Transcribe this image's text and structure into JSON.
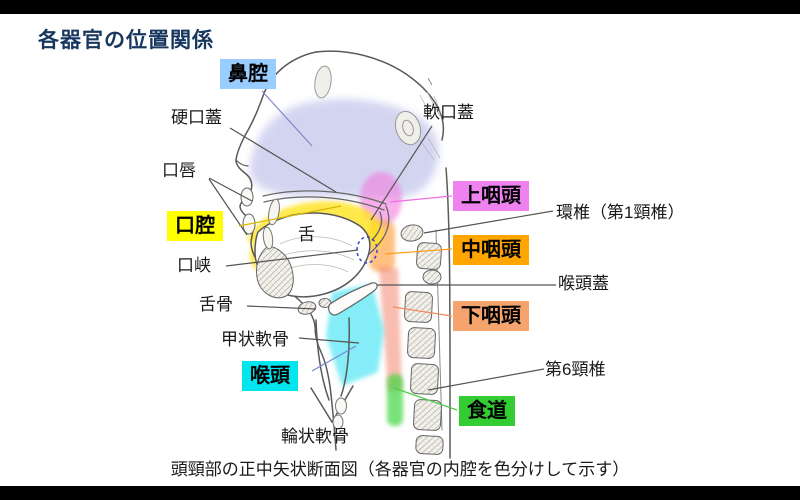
{
  "title": "各器官の位置関係",
  "caption": "頭頸部の正中矢状断面図（各器官の内腔を色分けして示す）",
  "badges": {
    "nasal": {
      "label": "鼻腔",
      "bg": "#99CCFF"
    },
    "oral": {
      "label": "口腔",
      "bg": "#FFFF00"
    },
    "nasopharynx": {
      "label": "上咽頭",
      "bg": "#EE82EE"
    },
    "oropharynx": {
      "label": "中咽頭",
      "bg": "#FFA500"
    },
    "hypopharynx": {
      "label": "下咽頭",
      "bg": "#F4A46C"
    },
    "larynx": {
      "label": "喉頭",
      "bg": "#00E5EE"
    },
    "esophagus": {
      "label": "食道",
      "bg": "#33CC33"
    }
  },
  "labels": {
    "hard_palate": "硬口蓋",
    "soft_palate": "軟口蓋",
    "lips": "口唇",
    "tongue": "舌",
    "fauces": "口峡",
    "hyoid": "舌骨",
    "thyroid_cartilage": "甲状軟骨",
    "cricoid_cartilage": "輪状軟骨",
    "atlas": "環椎（第1頸椎）",
    "epiglottis": "喉頭蓋",
    "c6": "第6頸椎"
  },
  "regions": {
    "nasal_cavity": "#A9ABE3",
    "oral_cavity": "#FFE31A",
    "nasopharynx": "#F27BDE",
    "oropharynx": "#FFA64D",
    "hypopharynx": "#F5917C",
    "larynx": "#35E2F2",
    "esophagus": "#3FD63F"
  }
}
